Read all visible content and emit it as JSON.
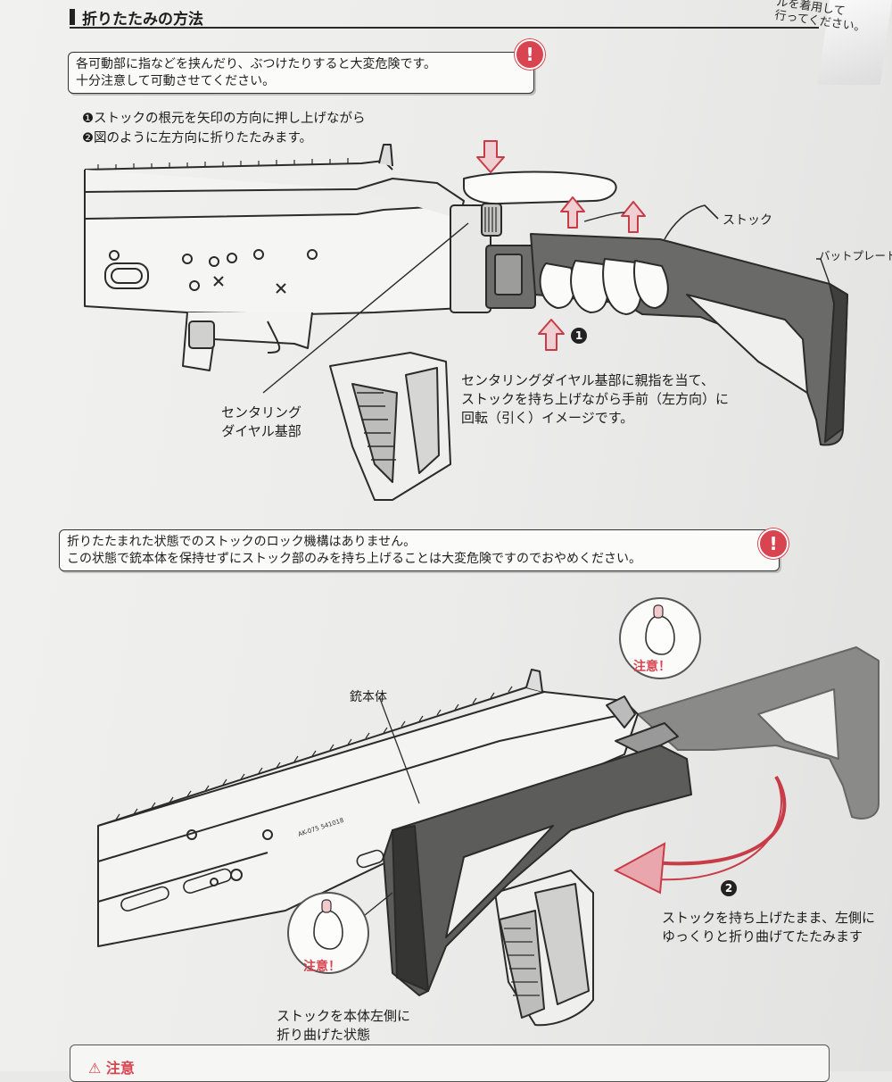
{
  "heading": {
    "title": "折りたたみの方法"
  },
  "top_right_fragment": [
    "ルを着用して",
    "行ってください。"
  ],
  "warning_top": {
    "lines": [
      "各可動部に指などを挟んだり、ぶつけたりすると大変危険です。",
      "十分注意して可動させてください。"
    ],
    "icon_text": "!"
  },
  "steps": [
    "❶ストックの根元を矢印の方向に押し上げながら",
    "❷図のように左方向に折りたたみます。"
  ],
  "fig1": {
    "label_stock": "ストック",
    "label_buttplate": "バットプレート",
    "label_dial": [
      "センタリング",
      "ダイヤル基部"
    ],
    "step_marker": "1",
    "description": [
      "センタリングダイヤル基部に親指を当て、",
      "ストックを持ち上げながら手前（左方向）に",
      "回転（引く）イメージです。"
    ]
  },
  "warning_middle": {
    "lines": [
      "折りたたまれた状態でのストックのロック機構はありません。",
      "この状態で銃本体を保持せずにストック部のみを持ち上げることは大変危険ですのでおやめください。"
    ],
    "icon_text": "!"
  },
  "fig2": {
    "label_body": "銃本体",
    "caution_label": "注意！",
    "step_marker": "2",
    "description": [
      "ストックを持ち上げたまま、左側に",
      "ゆっくりと折り曲げてたたみます"
    ],
    "folded_caption": [
      "ストックを本体左側に",
      "折り曲げた状態"
    ],
    "receiver_marking": "AK-075 541018"
  },
  "bottom_strip": {
    "text": "⚠ 注意"
  },
  "colors": {
    "accent_red": "#d8444f",
    "ink": "#1d1d1d",
    "paper": "#efefed",
    "stock_gray": "#5a5a5a"
  }
}
